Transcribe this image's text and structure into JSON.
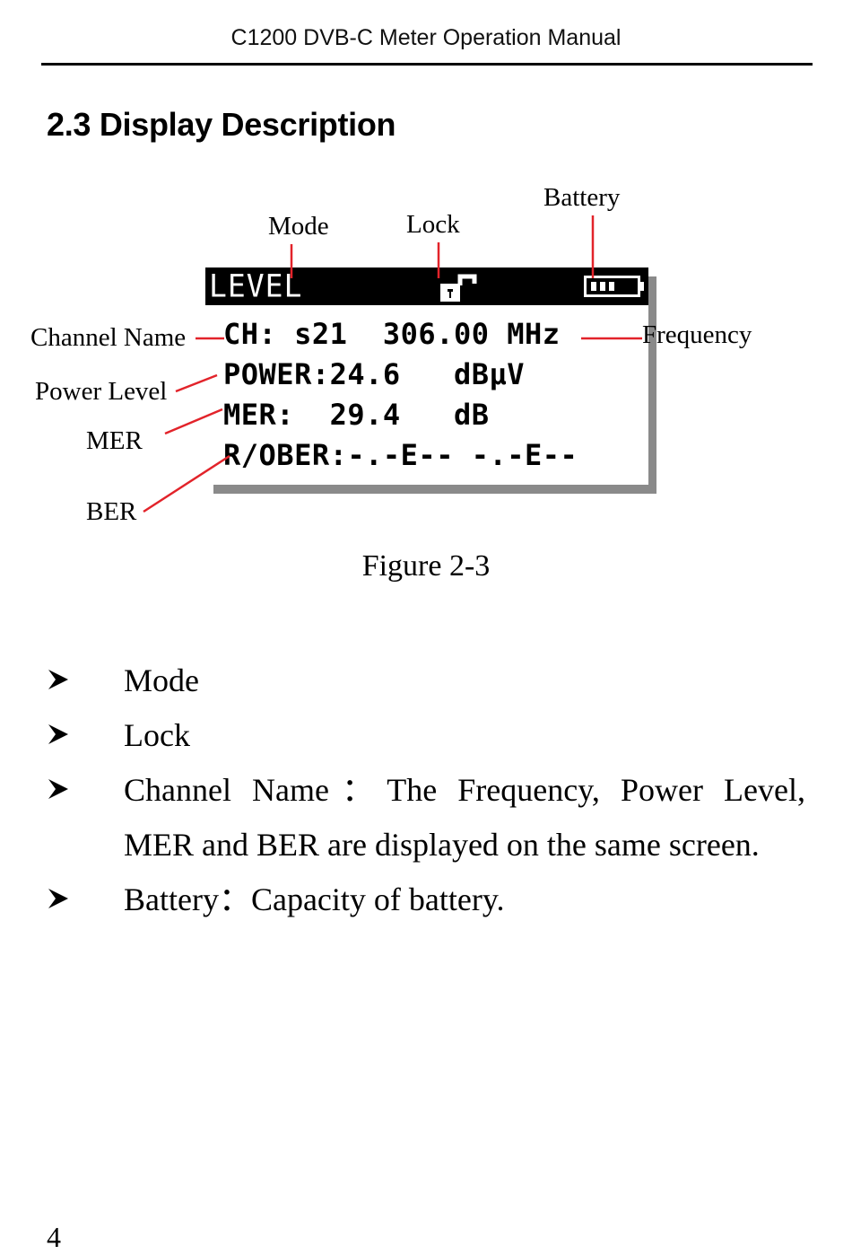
{
  "header": {
    "title": "C1200 DVB-C Meter Operation Manual"
  },
  "section": {
    "title": "2.3 Display Description"
  },
  "figure": {
    "lcd": {
      "mode": "LEVEL",
      "lines": [
        "CH: s21  306.00 MHz",
        "POWER:24.6   dBμV",
        "MER:  29.4   dB",
        "R/OBER:-.-E-- -.-E--"
      ]
    },
    "callouts": {
      "mode": "Mode",
      "lock": "Lock",
      "battery": "Battery",
      "channel_name": "Channel Name",
      "frequency": "Frequency",
      "power_level": "Power Level",
      "mer": "MER",
      "ber": "BER"
    },
    "caption": "Figure 2-3",
    "leader_color": "#e2232a"
  },
  "bullets": [
    {
      "text": "Mode"
    },
    {
      "text": "Lock"
    },
    {
      "text": "Channel Name：The Frequency, Power Level, MER and BER are displayed on the same screen."
    },
    {
      "text": "Battery：Capacity of battery."
    }
  ],
  "page_number": "4"
}
